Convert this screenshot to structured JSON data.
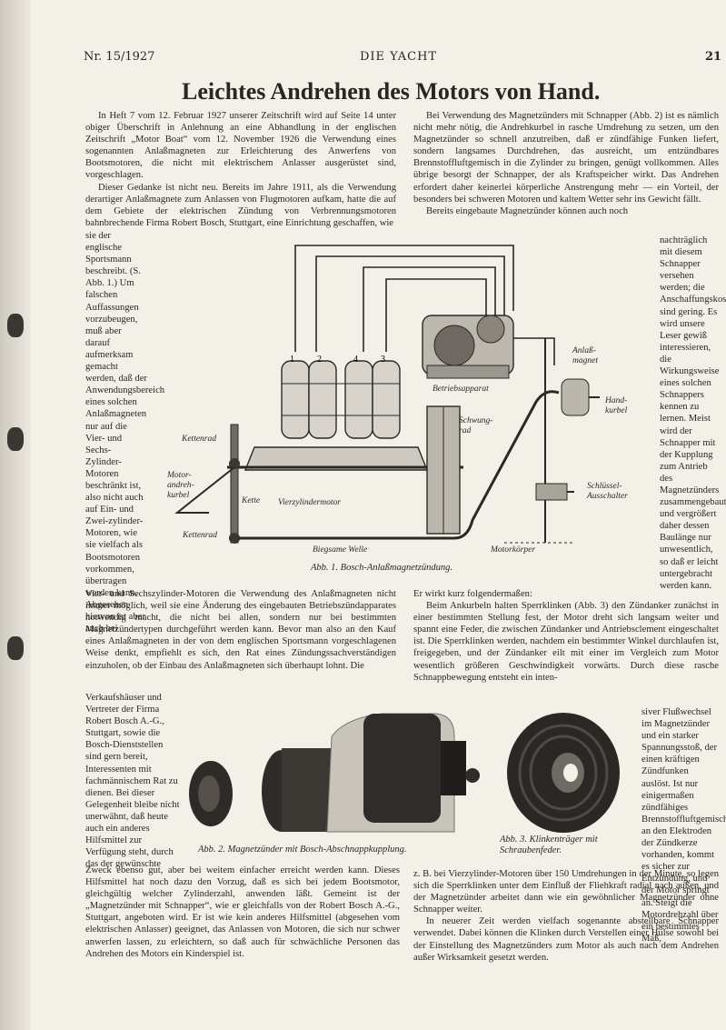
{
  "header": {
    "issue": "Nr. 15/1927",
    "journal": "DIE YACHT",
    "page_number": "21"
  },
  "article": {
    "title": "Leichtes Andrehen des Motors von Hand."
  },
  "text": {
    "left_top": [
      "In Heft 7 vom 12. Februar 1927 unserer Zeitschrift wird auf Seite 14 unter obiger Überschrift in Anlehnung an eine Abhandlung in der englischen Zeitschrift „Motor Boat“ vom 12. November 1926 die Verwendung eines sogenannten Anlaß­magneten zur Erleichterung des Anwerfens von Bootsmotoren, die nicht mit elektrischem Anlasser ausgerüstet sind, vorgeschlagen.",
      "Dieser Gedanke ist nicht neu. Bereits im Jahre 1911, als die Verwendung derartiger Anlaßmagnete zum Anlassen von Flugmotoren aufkam, hatte die auf dem Gebiete der elektrischen Zündung von Verbrennungsmotoren bahnbrechende Firma Robert Bosch, Stuttgart, eine Einrichtung geschaffen, wie"
    ],
    "left_narrow": "sie der englische Sportsmann beschreibt. (S. Abb. 1.) Um falschen Auffassungen vorzubeugen, muß aber darauf aufmerksam gemacht werden, daß der Anwendungsbereich eines solchen Anlaßmagneten nur auf die Vier- und Sechs-Zylinder-Motoren beschränkt ist, also nicht auch auf Ein- und Zwei-zylinder-Motoren, wie sie vielfach als Bootsmotoren vorkommen, übertragen werden kann. Abgesehen hiervon ist aber auch bei",
    "right_top": [
      "Bei Verwendung des Magnetzünders mit Schnapper (Abb. 2) ist es nämlich nicht mehr nötig, die Andrehkurbel in rasche Umdrehung zu setzen, um den Magnetzünder so schnell anzutreiben, daß er zündfähige Funken liefert, sondern langsames Durchdrehen, das ausreicht, um entzündbares Brennstoffluftgemisch in die Zylinder zu bringen, genügt vollkommen. Alles übrige besorgt der Schnapper, der als Kraftspeicher wirkt. Das Andrehen erfordert daher keinerlei körperliche Anstrengung mehr — ein Vorteil, der besonders bei schweren Motoren und kaltem Wetter sehr ins Gewicht fällt.",
      "Bereits eingebaute Magnetzünder können auch noch"
    ],
    "right_narrow": "nachträglich mit diesem Schnapper versehen werden; die Anschaffungskosten sind gering. Es wird unsere Leser gewiß interessieren, die Wirkungsweise eines solchen Schnappers kennen zu lernen. Meist wird der Schnapper mit der Kupplung zum Antrieb des Magnetzünders zusammengebaut und vergrößert daher dessen Baulänge nur unwesentlich, so daß er leicht untergebracht werden kann.",
    "left_mid": "Vier- und Sechszylinder-Motoren die Verwendung des Anlaßmagneten nicht immer möglich, weil sie eine Änderung des eingebauten Betriebszündapparates notwendig macht, die nicht bei allen, sondern nur bei bestimmten Magnetzündertypen durchgeführt werden kann. Bevor man also an den Kauf eines Anlaßmagneten in der von dem englischen Sportsmann vorgeschlagenen Weise denkt, empfiehlt es sich, den Rat eines Zündungssachverständigen einzuholen, ob der Einbau des Anlaßmagneten sich überhaupt lohnt. Die",
    "left_narrow2": "Verkaufshäuser und Vertreter der Firma Robert Bosch A.-G., Stuttgart, sowie die Bosch-Dienststellen sind gern bereit, Interessenten mit fachmännischem Rat zu dienen. Bei dieser Gelegenheit bleibe nicht unerwähnt, daß heute auch ein anderes Hilfsmittel zur Verfügung steht, durch das der gewünschte",
    "left_bottom": "Zweck ebenso gut, aber bei weitem einfacher erreicht werden kann. Dieses Hilfsmittel hat noch dazu den Vorzug, daß es sich bei jedem Bootsmotor, gleichgültig welcher Zylinderzahl, anwenden läßt. Gemeint ist der „Magnetzünder mit Schnapper“, wie er gleichfalls von der Robert Bosch A.-G., Stuttgart, angeboten wird. Er ist wie kein anderes Hilfsmittel (abgesehen vom elektrischen Anlasser) geeignet, das Anlassen von Motoren, die sich nur schwer anwerfen lassen, zu erleichtern, so daß auch für schwächliche Personen das Andrehen des Motors ein Kinderspiel ist.",
    "right_mid": [
      "Er wirkt kurz folgendermaßen:",
      "Beim Ankurbeln halten Sperrklinken (Abb. 3) den Zündanker zunächst in einer bestimmten Stellung fest, der Motor dreht sich langsam weiter und spannt eine Feder, die zwischen Zündanker und Antriebsclement eingeschaltet ist. Die Sperrklinken werden, nachdem ein bestimmter Winkel durchlaufen ist, freigegeben, und der Zündanker eilt mit einer im Vergleich zum Motor wesentlich größeren Geschwindigkeit vorwärts. Durch diese rasche Schnappbewegung entsteht ein inten-"
    ],
    "right_narrow2": "siver Flußwechsel im Magnetzünder und ein starker Spannungsstoß, der einen kräftigen Zündfunken auslöst. Ist nur einigermaßen zündfähiges Brennstoffluftgemisch an den Elektroden der Zündkerze vorhanden, kommt es sicher zur Entzündung, und der Motor springt an. Steigt die Motordrehzahl über ein bestimmtes Maß,",
    "right_bottom": [
      "z. B. bei Vierzylinder-Motoren über 150 Umdrehungen in der Minute, so legen sich die Sperrklinken unter dem Einfluß der Fliehkraft radial nach außen, und der Magnetzünder arbeitet dann wie ein gewöhnlicher Magnetzünder ohne Schnapper weiter.",
      "In neuerer Zeit werden vielfach sogenannte abstellbare Schnapper verwendet. Dabei können die Klinken durch Verstellen einer Hülse sowohl bei der Einstellung des Magnetzünders zum Motor als auch nach dem Andrehen außer Wirksamkeit gesetzt werden."
    ]
  },
  "figure1": {
    "caption": "Abb. 1. Bosch-Anlaßmagnetzündung.",
    "labels": {
      "kettenrad_top": "Kettenrad",
      "kettenrad_bottom": "Kettenrad",
      "motorandrehkurbel": "Motor-andreh-kurbel",
      "kette": "Kette",
      "vierzylindermotor": "Vierzylindermotor",
      "betriebsapparat": "Betriebsapparat",
      "schwungrad": "Schwung-rad",
      "anlassmagnet": "Anlaß-magnet",
      "handkurbel": "Hand-kurbel",
      "schluesselausschalter": "Schlüssel-Ausschalter",
      "biegsame_welle": "Biegsame Welle",
      "motorkoerper": "Motorkörper"
    },
    "cylinder_numbers": [
      "1",
      "2",
      "4",
      "3"
    ]
  },
  "figure2": {
    "caption": "Abb. 2. Magnetzünder mit Bosch-Abschnappkupplung."
  },
  "figure3": {
    "caption": "Abb. 3. Klinkenträger mit Schraubenfeder."
  }
}
